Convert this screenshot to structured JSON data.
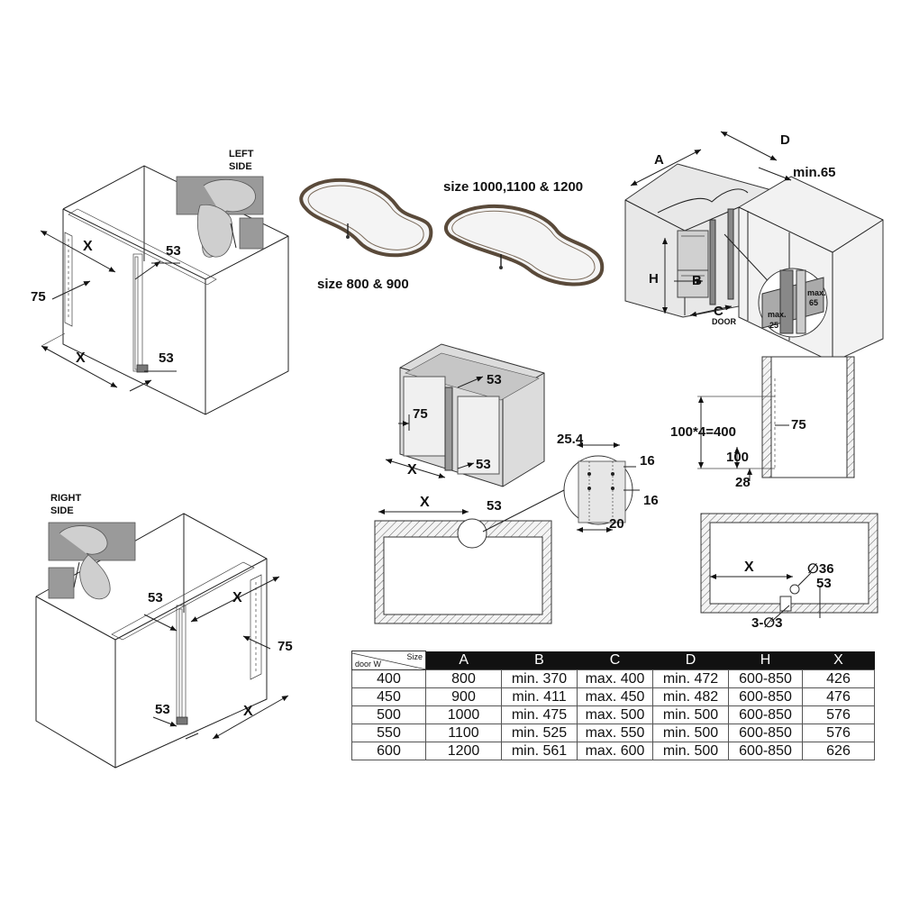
{
  "labels": {
    "left_side": "LEFT",
    "left_side_2": "SIDE",
    "right_side": "RIGHT",
    "right_side_2": "SIDE",
    "size_small": "size 800 & 900",
    "size_large": "size 1000,1100 & 1200",
    "A": "A",
    "B": "B",
    "C": "C",
    "D": "D",
    "H": "H",
    "X": "X",
    "door": "DOOR",
    "min65": "min.65",
    "max65_a": "max.",
    "max65_b": "65",
    "max25_a": "max.",
    "max25_b": "25"
  },
  "dims": {
    "d53": "53",
    "d75": "75",
    "d25_4": "25.4",
    "d16": "16",
    "d20": "20",
    "d100x4": "100*4=400",
    "d100": "100",
    "d28": "28",
    "d36": "∅36",
    "d3x3": "3-∅3"
  },
  "table": {
    "corner_size": "Size",
    "corner_door": "door W",
    "columns": [
      "A",
      "B",
      "C",
      "D",
      "H",
      "X"
    ],
    "rows": [
      [
        "400",
        "800",
        "min. 370",
        "max. 400",
        "min. 472",
        "600-850",
        "426"
      ],
      [
        "450",
        "900",
        "min. 411",
        "max. 450",
        "min. 482",
        "600-850",
        "476"
      ],
      [
        "500",
        "1000",
        "min. 475",
        "max. 500",
        "min. 500",
        "600-850",
        "576"
      ],
      [
        "550",
        "1100",
        "min. 525",
        "max. 550",
        "min. 500",
        "600-850",
        "576"
      ],
      [
        "600",
        "1200",
        "min. 561",
        "max. 600",
        "min. 500",
        "600-850",
        "626"
      ]
    ]
  }
}
